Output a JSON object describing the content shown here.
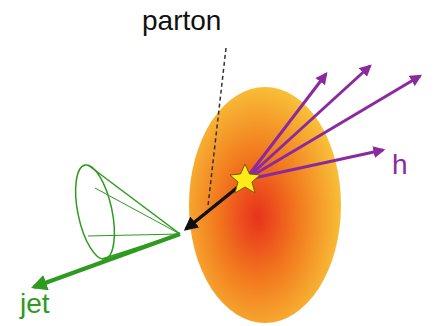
{
  "diagram": {
    "labels": [
      "parton",
      "jet",
      "h"
    ]
  }
}
